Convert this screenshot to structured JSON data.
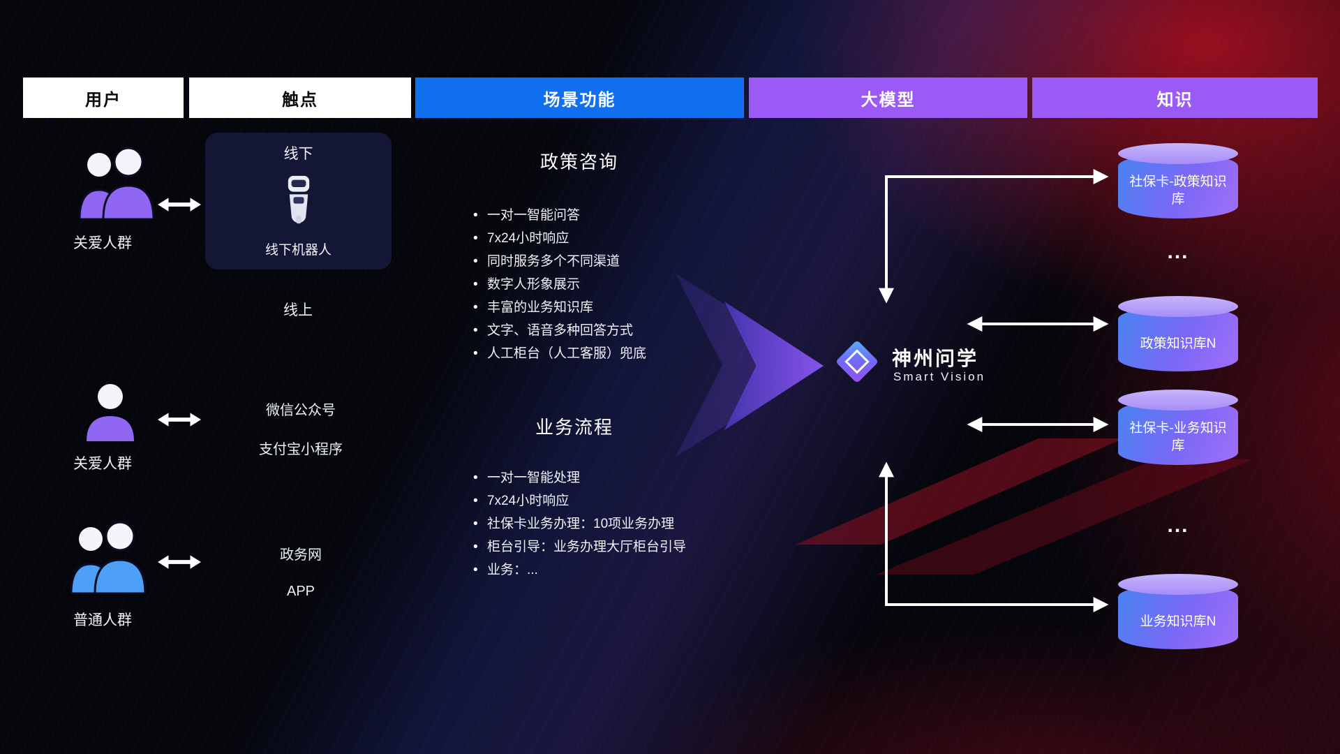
{
  "header": {
    "columns": [
      {
        "label": "用户"
      },
      {
        "label": "触点"
      },
      {
        "label": "场景功能"
      },
      {
        "label": "大模型"
      },
      {
        "label": "知识"
      }
    ]
  },
  "users": [
    {
      "label": "关爱人群",
      "icon": "group-users-purple"
    },
    {
      "label": "关爱人群",
      "icon": "single-user-purple"
    },
    {
      "label": "普通人群",
      "icon": "group-users-blue"
    }
  ],
  "touchpoints": {
    "offline_title": "线下",
    "robot_label": "线下机器人",
    "online_label": "线上",
    "online_items": [
      "微信公众号",
      "支付宝小程序"
    ],
    "gov_items": [
      "政务网",
      "APP"
    ]
  },
  "scenarios": [
    {
      "title": "政策咨询",
      "items": [
        "一对一智能问答",
        "7x24小时响应",
        "同时服务多个不同渠道",
        "数字人形象展示",
        "丰富的业务知识库",
        "文字、语音多种回答方式",
        "人工柜台（人工客服）兜底"
      ]
    },
    {
      "title": "业务流程",
      "items": [
        "一对一智能处理",
        "7x24小时响应",
        "社保卡业务办理：10项业务办理",
        "柜台引导：业务办理大厅柜台引导",
        "业务：..."
      ]
    }
  ],
  "model": {
    "name": "神州问学",
    "subtitle": "Smart Vision"
  },
  "knowledge": {
    "databases": [
      "社保卡-政策知识库",
      "政策知识库N",
      "社保卡-业务知识库",
      "业务知识库N"
    ],
    "ellipsis": "..."
  },
  "colors": {
    "header_blue": "#1070f0",
    "header_purple": "#9b59f5",
    "flow_arrow_purple": "#8a55f2",
    "db_blue": "#4f80f2",
    "db_purple": "#9a6ef8",
    "user_purple": "#8f67f3",
    "user_blue": "#4da0f6",
    "background_red": "#c31226"
  }
}
